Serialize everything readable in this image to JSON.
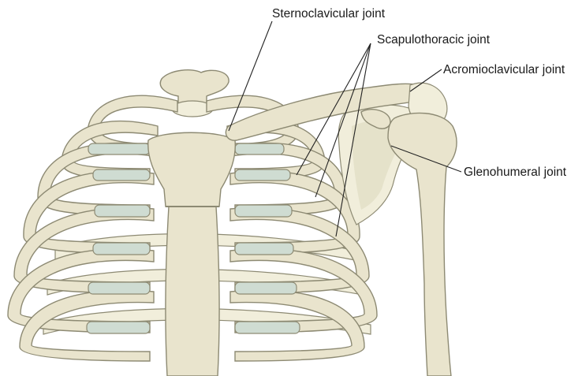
{
  "labels": {
    "sternoclavicular": "Sternoclavicular joint",
    "scapulothoracic": "Scapulothoracic joint",
    "acromioclavicular": "Acromioclavicular joint",
    "glenohumeral": "Glenohumeral joint"
  },
  "colors": {
    "bone": "#e9e4cd",
    "cartilage": "#cfdcd2",
    "outline": "#8d8a73",
    "leader_line": "#222222"
  }
}
